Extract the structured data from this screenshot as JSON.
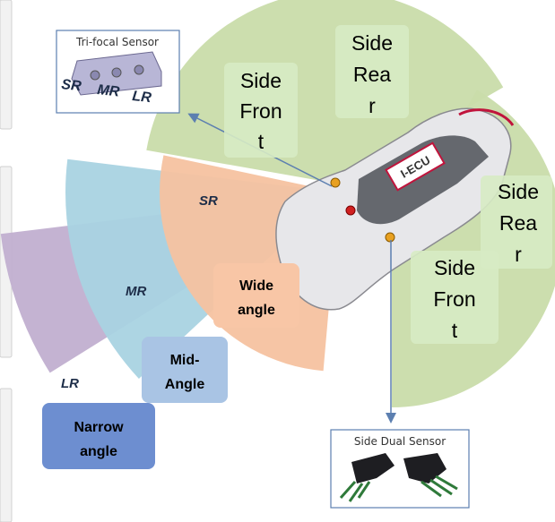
{
  "inset_trifocal": {
    "title": "Tri-focal Sensor",
    "labels": [
      "SR",
      "MR",
      "LR"
    ]
  },
  "inset_side_dual": {
    "title": "Side Dual Sensor"
  },
  "zones": {
    "sr": "SR",
    "mr": "MR",
    "lr": "LR"
  },
  "angle_boxes": {
    "wide": [
      "Wide",
      "angle"
    ],
    "mid": [
      "Mid-",
      "Angle"
    ],
    "narrow": [
      "Narrow",
      "angle"
    ]
  },
  "side_labels": {
    "left_front": [
      "Side",
      "Fron",
      "t"
    ],
    "left_rear": [
      "Side",
      "Rea",
      "r"
    ],
    "right_front": [
      "Side",
      "Fron",
      "t"
    ],
    "right_rear": [
      "Side",
      "Rea",
      "r"
    ]
  },
  "ecu_label": "I-ECU",
  "colors": {
    "side_zone": "#c9dcaa",
    "short_range": "#f6c2a0",
    "mid_range": "#a9d3e2",
    "long_range": "#c1afd0",
    "wide_box": "#f8c6a6",
    "mid_box": "#a9c4e4",
    "narrow_box": "#6d8ed0",
    "side_box": "#d7ebc4",
    "ecu_border": "#c0143c"
  }
}
